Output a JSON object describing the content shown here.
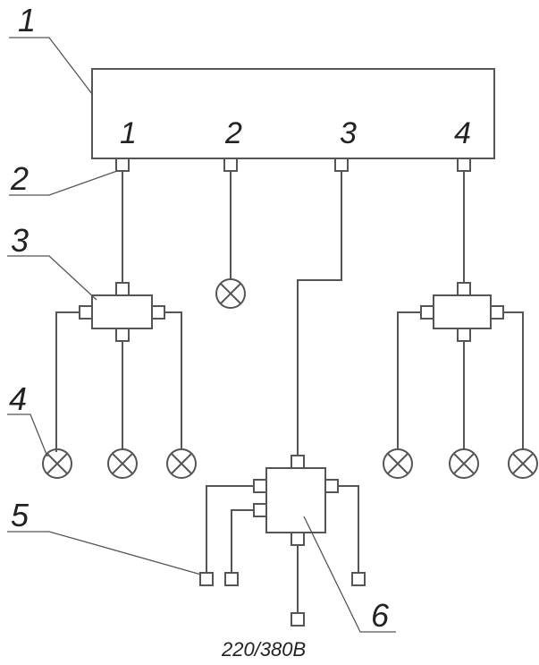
{
  "callouts": {
    "c1": "1",
    "c2": "2",
    "c3": "3",
    "c4": "4",
    "c5": "5",
    "c6": "6"
  },
  "panel_outputs": [
    "1",
    "2",
    "3",
    "4"
  ],
  "voltage_label": "220/380В",
  "colors": {
    "line": "#555555",
    "text": "#222222",
    "background": "#ffffff"
  }
}
